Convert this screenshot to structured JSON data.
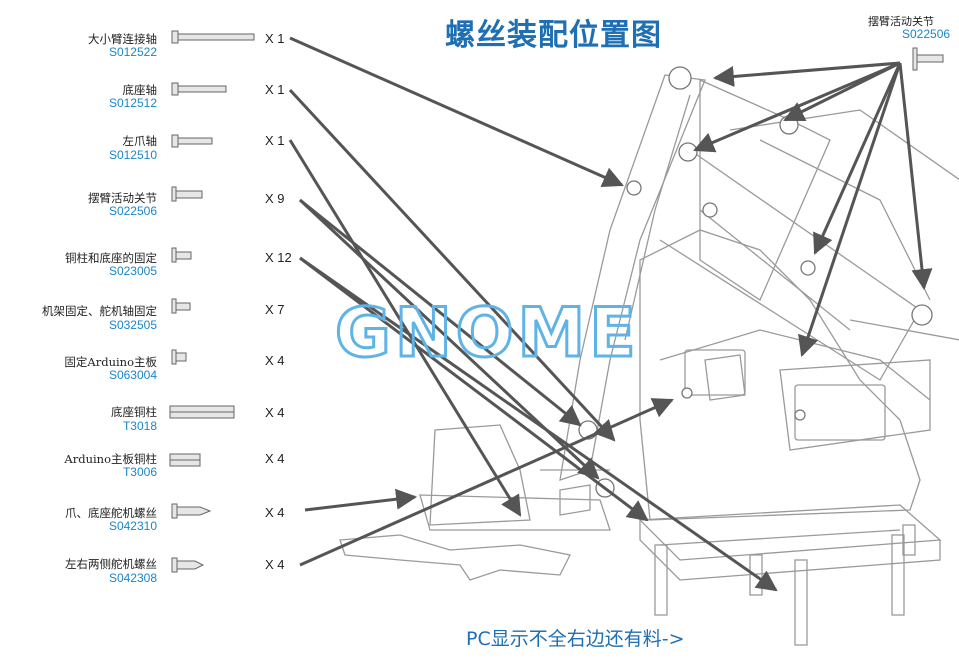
{
  "title": "螺丝装配位置图",
  "watermark": "GNOME",
  "footer_note": "PC显示不全右边还有料->",
  "corner_part": {
    "name": "摆臂活动关节",
    "code": "S022506"
  },
  "parts": [
    {
      "name": "大小臂连接轴",
      "code": "S012522",
      "qty": "X 1",
      "icon": "long-axle-icon"
    },
    {
      "name": "底座轴",
      "code": "S012512",
      "qty": "X 1",
      "icon": "medium-axle-icon"
    },
    {
      "name": "左爪轴",
      "code": "S012510",
      "qty": "X 1",
      "icon": "short-axle-icon"
    },
    {
      "name": "摆臂活动关节",
      "code": "S022506",
      "qty": "X 9",
      "icon": "joint-screw-icon"
    },
    {
      "name": "铜柱和底座的固定",
      "code": "S023005",
      "qty": "X 12",
      "icon": "hex-screw-icon"
    },
    {
      "name": "机架固定、舵机轴固定",
      "code": "S032505",
      "qty": "X 7",
      "icon": "small-screw-icon"
    },
    {
      "name": "固定Arduino主板",
      "code": "S063004",
      "qty": "X 4",
      "icon": "tiny-screw-icon"
    },
    {
      "name": "底座铜柱",
      "code": "T3018",
      "qty": "X 4",
      "icon": "long-standoff-icon"
    },
    {
      "name": "Arduino主板铜柱",
      "code": "T3006",
      "qty": "X 4",
      "icon": "short-standoff-icon"
    },
    {
      "name": "爪、底座舵机螺丝",
      "code": "S042310",
      "qty": "X 4",
      "icon": "self-tapping-screw-icon"
    },
    {
      "name": "左右两侧舵机螺丝",
      "code": "S042308",
      "qty": "X 4",
      "icon": "self-tapping-screw-short-icon"
    }
  ]
}
